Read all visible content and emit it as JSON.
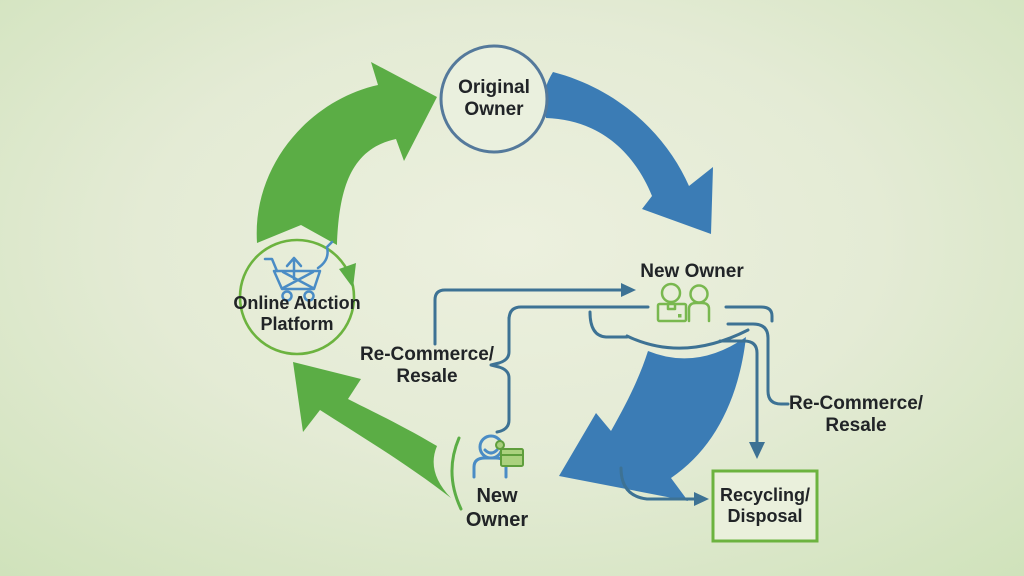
{
  "diagram": {
    "type": "cycle-flow-diagram",
    "nodes": {
      "original_owner": {
        "line1": "Original",
        "line2": "Owner"
      },
      "platform": {
        "line1": "Online Auction",
        "line2": "Platform"
      },
      "new_owner_mid": {
        "label": "New Owner"
      },
      "new_owner_bottom": {
        "line1": "New",
        "line2": "Owner"
      },
      "recycling": {
        "line1": "Recycling/",
        "line2": "Disposal"
      }
    },
    "labels": {
      "recommerce_left": {
        "line1": "Re-Commerce/",
        "line2": "Resale"
      },
      "recommerce_right": {
        "line1": "Re-Commerce/",
        "line2": "Resale"
      }
    },
    "icons": {
      "platform": "cart-with-up-arrow-icon",
      "new_owner_mid": "two-people-with-package-icon",
      "new_owner_bottom": "person-holding-package-icon"
    },
    "flows": [
      "Online Auction Platform -> Original Owner (green arrow)",
      "Original Owner -> New Owner (blue arrow)",
      "New Owner -> New Owner (blue arrow)",
      "New Owner -> Online Auction Platform (green arrow)",
      "Re-Commerce/Resale -> New Owner (thin line arrow)",
      "New Owner -> Re-Commerce/Resale (thin line)",
      "New Owner -> Recycling/Disposal (thin line arrows)"
    ]
  },
  "colors": {
    "background_center": "#ecf0de",
    "background_edge": "#cfe2ba",
    "arrow_green": "#5bad45",
    "arrow_blue": "#3b7cb5",
    "line_blue": "#3d7294",
    "ring_green": "#6cb33f",
    "ring_blue": "#54799b",
    "icon_green": "#79b84f",
    "icon_blue": "#4a8cc5",
    "box_green_border": "#6cb33f",
    "text": "#212427"
  }
}
